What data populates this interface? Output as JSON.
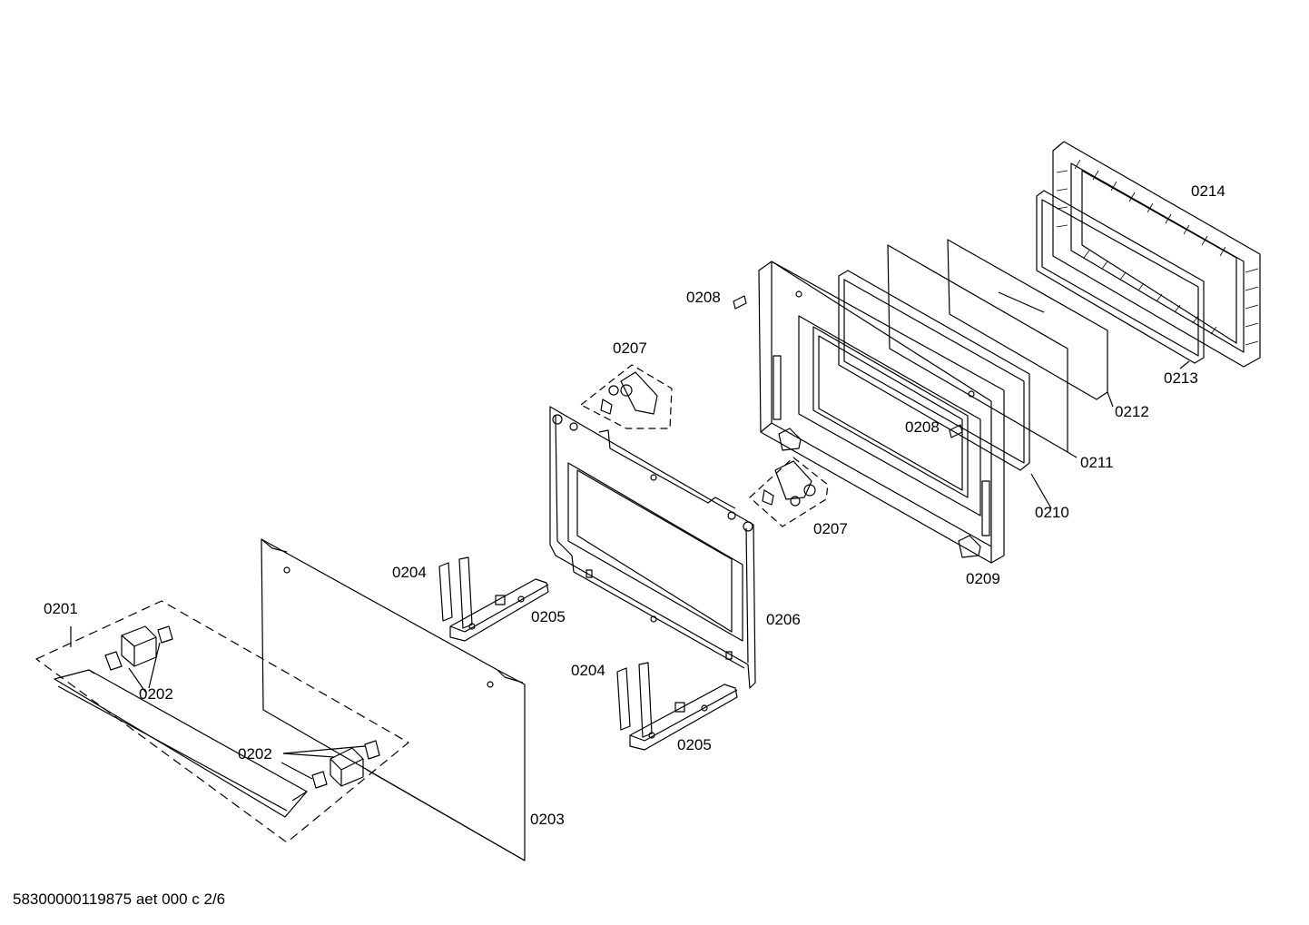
{
  "labels": {
    "p0201": "0201",
    "p0202a": "0202",
    "p0202b": "0202",
    "p0203": "0203",
    "p0204a": "0204",
    "p0204b": "0204",
    "p0205a": "0205",
    "p0205b": "0205",
    "p0206": "0206",
    "p0207a": "0207",
    "p0207b": "0207",
    "p0208a": "0208",
    "p0208b": "0208",
    "p0209": "0209",
    "p0210": "0210",
    "p0211": "0211",
    "p0212": "0212",
    "p0213": "0213",
    "p0214": "0214"
  },
  "footer": "58300000119875 aet 000 c 2/6",
  "colors": {
    "line": "#000000",
    "background": "#ffffff"
  }
}
